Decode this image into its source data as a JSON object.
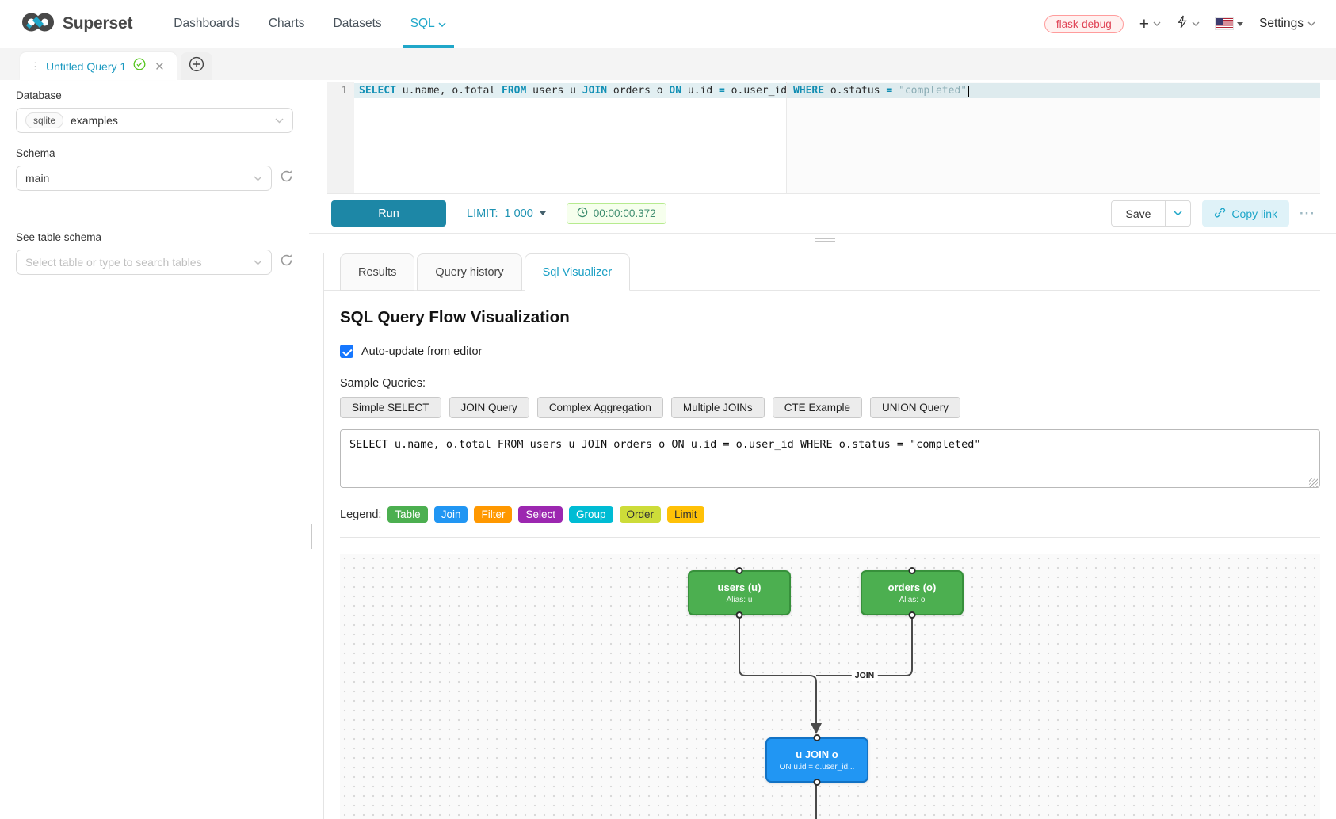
{
  "nav": {
    "brand": "Superset",
    "items": [
      "Dashboards",
      "Charts",
      "Datasets",
      "SQL"
    ],
    "active_item": "SQL",
    "env_badge": "flask-debug",
    "settings_label": "Settings",
    "accent_color": "#20a7c9"
  },
  "query_tab": {
    "title": "Untitled Query 1"
  },
  "sidebar": {
    "database_label": "Database",
    "database_engine": "sqlite",
    "database_value": "examples",
    "schema_label": "Schema",
    "schema_value": "main",
    "table_label": "See table schema",
    "table_placeholder": "Select table or type to search tables"
  },
  "editor": {
    "line_number": "1",
    "tokens": [
      "SELECT",
      " u.name, o.total ",
      "FROM",
      " users u ",
      "JOIN",
      " orders o ",
      "ON",
      " u.id ",
      "=",
      " o.user_id ",
      "WHERE",
      " o.status ",
      "=",
      " ",
      "\"completed\""
    ]
  },
  "toolbar": {
    "run_label": "Run",
    "limit_label": "LIMIT:",
    "limit_value": "1 000",
    "timer": "00:00:00.372",
    "save_label": "Save",
    "copy_link_label": "Copy link"
  },
  "south": {
    "tabs": [
      "Results",
      "Query history",
      "Sql Visualizer"
    ],
    "active_tab": "Sql Visualizer"
  },
  "visualizer": {
    "title": "SQL Query Flow Visualization",
    "auto_update_label": "Auto-update from editor",
    "auto_update_checked": true,
    "sample_queries_label": "Sample Queries:",
    "sample_buttons": [
      "Simple SELECT",
      "JOIN Query",
      "Complex Aggregation",
      "Multiple JOINs",
      "CTE Example",
      "UNION Query"
    ],
    "query_text": "SELECT u.name, o.total FROM users u JOIN orders o ON u.id = o.user_id WHERE o.status = \"completed\"",
    "legend_label": "Legend:",
    "legend": [
      {
        "label": "Table",
        "color": "#4CAF50",
        "text_color": "#ffffff"
      },
      {
        "label": "Join",
        "color": "#2196F3",
        "text_color": "#ffffff"
      },
      {
        "label": "Filter",
        "color": "#FF9800",
        "text_color": "#ffffff"
      },
      {
        "label": "Select",
        "color": "#9C27B0",
        "text_color": "#ffffff"
      },
      {
        "label": "Group",
        "color": "#00BCD4",
        "text_color": "#ffffff"
      },
      {
        "label": "Order",
        "color": "#CDDC39",
        "text_color": "#333333"
      },
      {
        "label": "Limit",
        "color": "#FFC107",
        "text_color": "#333333"
      }
    ]
  },
  "flow": {
    "nodes": [
      {
        "title": "users (u)",
        "subtitle": "Alias: u",
        "color": "#4CAF50"
      },
      {
        "title": "orders (o)",
        "subtitle": "Alias: o",
        "color": "#4CAF50"
      },
      {
        "title": "u JOIN o",
        "subtitle": "ON u.id = o.user_id...",
        "color": "#2196F3"
      }
    ],
    "edge_label": "JOIN"
  }
}
